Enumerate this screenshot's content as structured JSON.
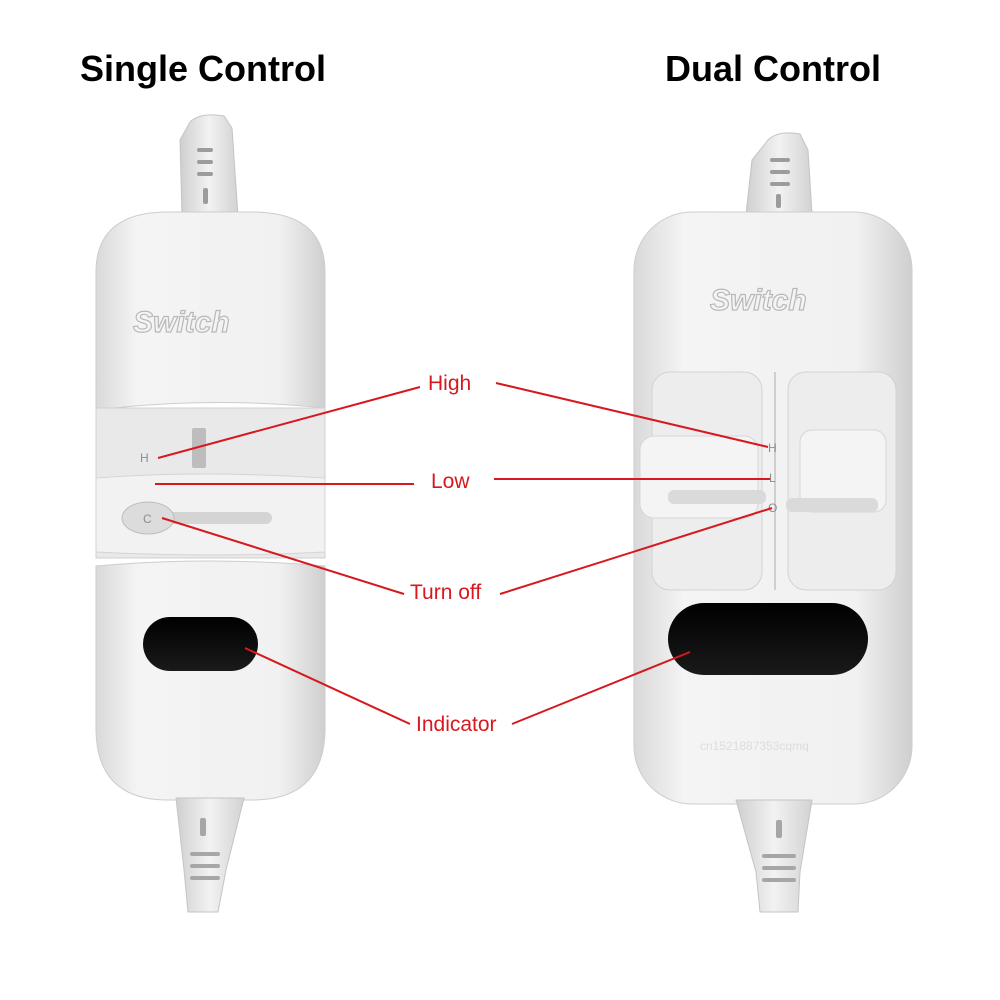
{
  "headings": {
    "single": "Single Control",
    "dual": "Dual Control"
  },
  "callouts": {
    "high": "High",
    "low": "Low",
    "turn_off": "Turn off",
    "indicator": "Indicator"
  },
  "devices": {
    "single": {
      "brand": "Switch",
      "switch_marks": {
        "high": "H",
        "off": "C"
      }
    },
    "dual": {
      "brand": "Switch",
      "switch_marks": {
        "high": "H",
        "low": "L",
        "off": "O"
      },
      "watermark": "cn1521887353cqmq"
    }
  },
  "colors": {
    "background": "#ffffff",
    "device_body": "#f1f1f1",
    "device_shadow": "#c8c8c8",
    "indicator_window": "#080808",
    "callout": "#d7191f",
    "heading": "#000000"
  }
}
